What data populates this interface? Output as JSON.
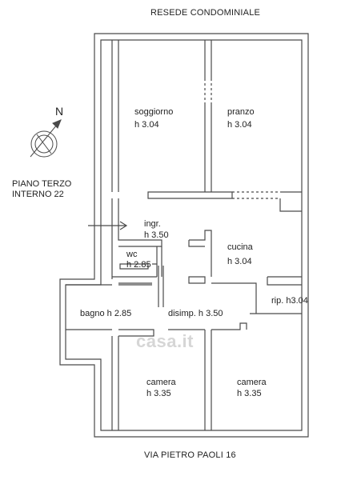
{
  "header": {
    "top_label": "RESEDE CONDOMINIALE",
    "bottom_label": "VIA PIETRO PAOLI 16"
  },
  "floor_info": {
    "line1": "PIANO TERZO",
    "line2": "INTERNO 22"
  },
  "compass": {
    "label": "N",
    "icon": "north-arrow-icon"
  },
  "rooms": {
    "soggiorno": {
      "name": "soggiorno",
      "height": "h 3.04"
    },
    "pranzo": {
      "name": "pranzo",
      "height": "h 3.04"
    },
    "ingresso": {
      "name": "ingr.",
      "height": "h 3.50"
    },
    "wc": {
      "name": "wc",
      "height": "h 2.85"
    },
    "cucina": {
      "name": "cucina",
      "height": "h 3.04"
    },
    "ripostiglio": {
      "label": "rip. h3.04"
    },
    "bagno": {
      "label": "bagno h 2.85"
    },
    "disimpegno": {
      "label": "disimp. h 3.50"
    },
    "camera_left": {
      "name": "camera",
      "height": "h 3.35"
    },
    "camera_right": {
      "name": "camera",
      "height": "h 3.35"
    }
  },
  "watermark": {
    "text": "casa.it"
  },
  "colors": {
    "wall": "#4a4a4a",
    "text": "#222222",
    "watermark": "#d6d6d6"
  }
}
